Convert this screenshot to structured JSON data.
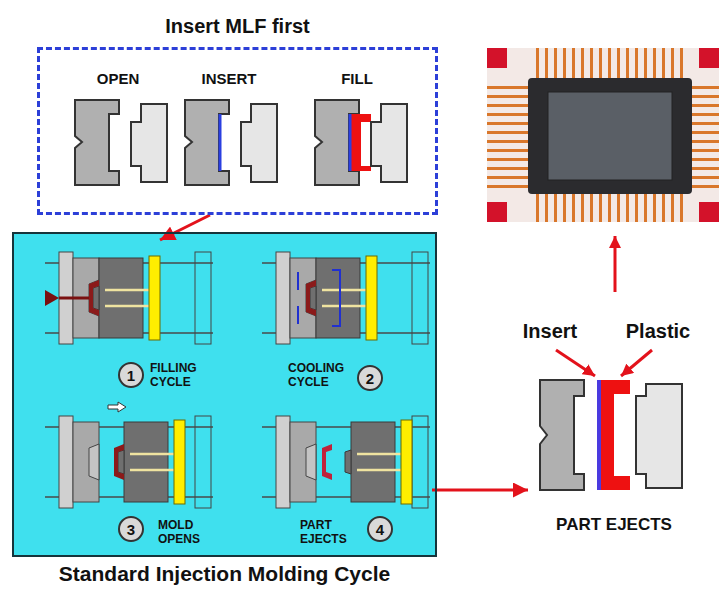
{
  "diagram": {
    "nodes": [
      {
        "text": [
          "Insert MLF first"
        ]
      },
      {
        "text": [
          "Standard Injection Molding Cycle"
        ]
      },
      {
        "text": [
          "1",
          "FILLING CYCLE"
        ],
        "in": 1
      },
      {
        "text": [
          "COOLING CYCLE",
          "2"
        ],
        "in": 1
      },
      {
        "text": [
          "3",
          "MOLD OPENS"
        ],
        "in": 1
      },
      {
        "text": [
          "PART EJECTS",
          "4"
        ],
        "in": 1
      },
      {
        "text": [
          "PART EJECTS"
        ]
      }
    ],
    "edges": [
      {
        "from": 0,
        "to": 2,
        "arrow": "to"
      },
      {
        "from": 5,
        "to": 6,
        "arrow": "to"
      }
    ],
    "labels": [
      "OPEN",
      "INSERT",
      "FILL",
      "Insert",
      "Plastic"
    ]
  }
}
